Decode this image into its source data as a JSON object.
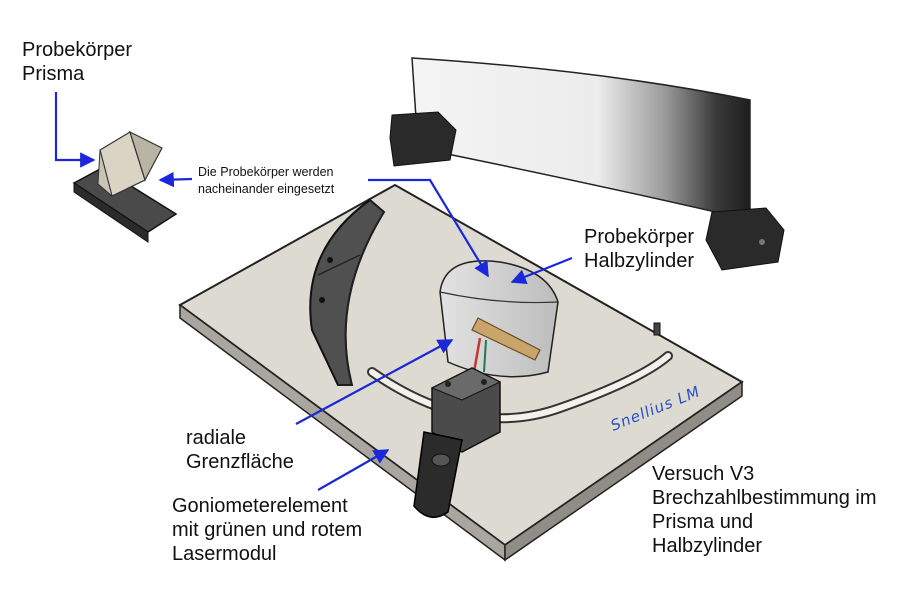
{
  "labels": {
    "prism": [
      "Probekörper",
      "Prisma"
    ],
    "inserted_note": [
      "Die Probekörper werden",
      "nacheinander eingesetzt"
    ],
    "half_cylinder": [
      "Probekörper",
      "Halbzylinder"
    ],
    "interface": [
      "radiale",
      "Grenzfläche"
    ],
    "goniometer": [
      "Goniometerelement",
      "mit grünen und rotem",
      "Lasermodul"
    ],
    "experiment": [
      "Versuch V3",
      "Brechzahlbestimmung im",
      "Prisma und",
      "Halbzylinder"
    ]
  },
  "brand_text": "Snellius LM",
  "colors": {
    "arrow": "#1a28d9",
    "plate": "#dddad2",
    "brand": "#2a4fc9"
  }
}
